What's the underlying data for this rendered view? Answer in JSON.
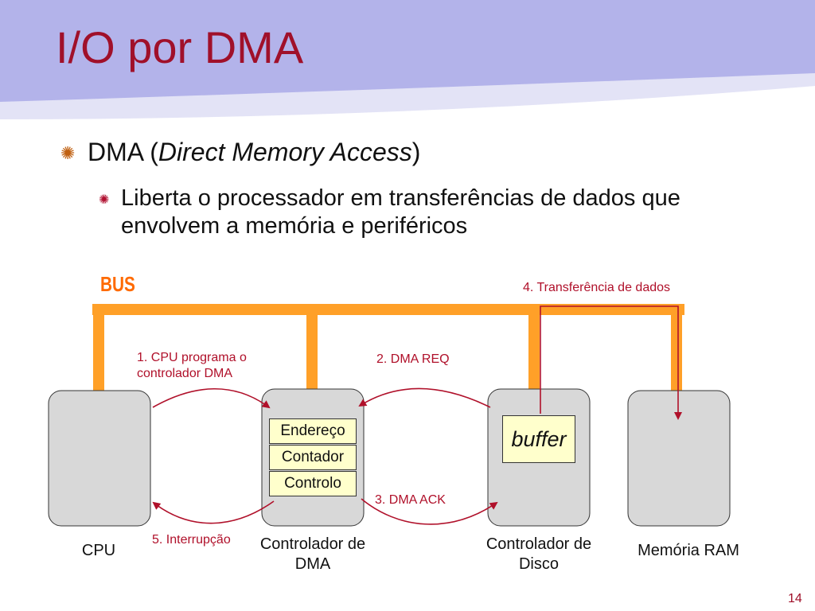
{
  "slide": {
    "title": "I/O por DMA",
    "page_number": "14"
  },
  "bullets": {
    "level1_prefix": "DMA (",
    "level1_italic": "Direct Memory Access",
    "level1_suffix": ")",
    "level2": "Liberta o processador em transferências de dados que envolvem a memória e periféricos"
  },
  "diagram": {
    "bus_label": "BUS",
    "steps": {
      "step1": "1. CPU programa o controlador DMA",
      "step2": "2. DMA REQ",
      "step3": "3. DMA ACK",
      "step4": "4. Transferência de dados",
      "step5": "5. Interrupção"
    },
    "components": {
      "cpu": "CPU",
      "dma_controller": "Controlador de DMA",
      "disk_controller": "Controlador de Disco",
      "ram": "Memória RAM"
    },
    "dma_registers": [
      "Endereço",
      "Contador",
      "Controlo"
    ],
    "buffer": "buffer"
  },
  "colors": {
    "title": "#a0102a",
    "header_band": "#b3b3ea",
    "bus": "#ffa028",
    "arrows": "#b0102a",
    "box_fill": "#d8d8d8",
    "register_fill": "#ffffcc"
  }
}
